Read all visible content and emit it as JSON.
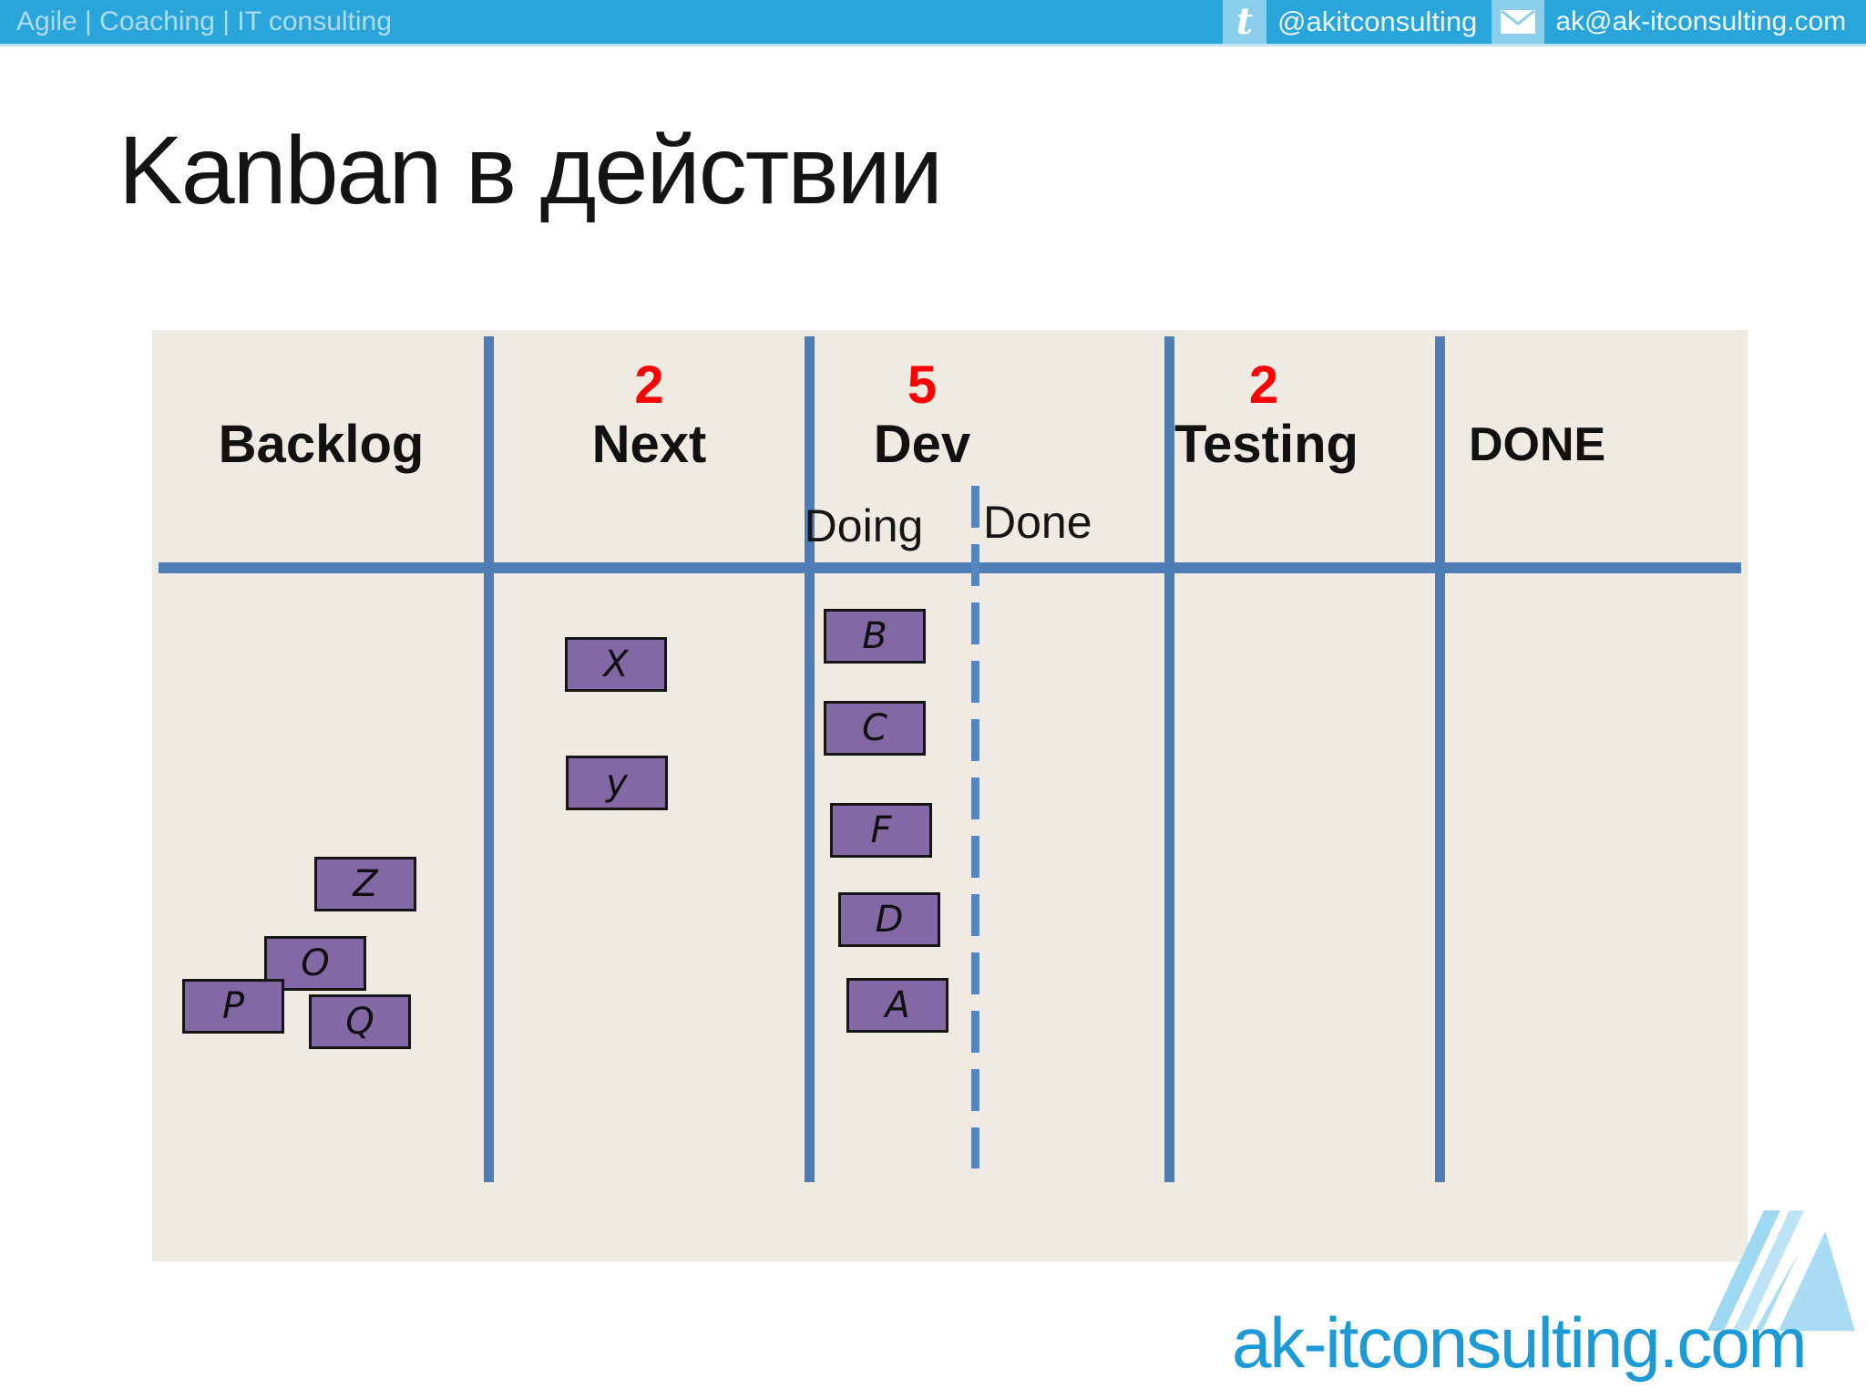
{
  "top_bar": {
    "tagline": "Agile | Coaching | IT consulting",
    "twitter_handle": "@akitconsulting",
    "email_address": "ak@ak-itconsulting.com"
  },
  "slide": {
    "title": "Kanban в действии"
  },
  "board": {
    "columns": [
      {
        "key": "backlog",
        "label": "Backlog",
        "wip_limit": ""
      },
      {
        "key": "next",
        "label": "Next",
        "wip_limit": "2"
      },
      {
        "key": "dev",
        "label": "Dev",
        "wip_limit": "5",
        "sub_columns": [
          {
            "key": "doing",
            "label": "Doing"
          },
          {
            "key": "done",
            "label": "Done"
          }
        ]
      },
      {
        "key": "testing",
        "label": "Testing",
        "wip_limit": "2"
      },
      {
        "key": "done",
        "label": "DONE",
        "wip_limit": ""
      }
    ],
    "cards": [
      {
        "label": "X",
        "column": "next",
        "slot": 0
      },
      {
        "label": "y",
        "column": "next",
        "slot": 1
      },
      {
        "label": "Z",
        "column": "backlog",
        "slot": 0
      },
      {
        "label": "O",
        "column": "backlog",
        "slot": 1
      },
      {
        "label": "P",
        "column": "backlog",
        "slot": 2
      },
      {
        "label": "Q",
        "column": "backlog",
        "slot": 3
      },
      {
        "label": "B",
        "column": "dev-doing",
        "slot": 0
      },
      {
        "label": "C",
        "column": "dev-doing",
        "slot": 1
      },
      {
        "label": "F",
        "column": "dev-doing",
        "slot": 2
      },
      {
        "label": "D",
        "column": "dev-doing",
        "slot": 3
      },
      {
        "label": "A",
        "column": "dev-doing",
        "slot": 4
      }
    ]
  },
  "footer": {
    "website": "ak-itconsulting.com"
  },
  "colors": {
    "top_bar_blue": "#29A5DC",
    "icon_box_blue": "#8BCEEC",
    "board_background": "#EFEBE2",
    "grid_blue": "#4E7DB5",
    "frame_blue": "#3C6093",
    "card_purple": "#8468A6",
    "wip_limit_red": "#FF0000",
    "footer_blue": "#1C9AD6"
  }
}
